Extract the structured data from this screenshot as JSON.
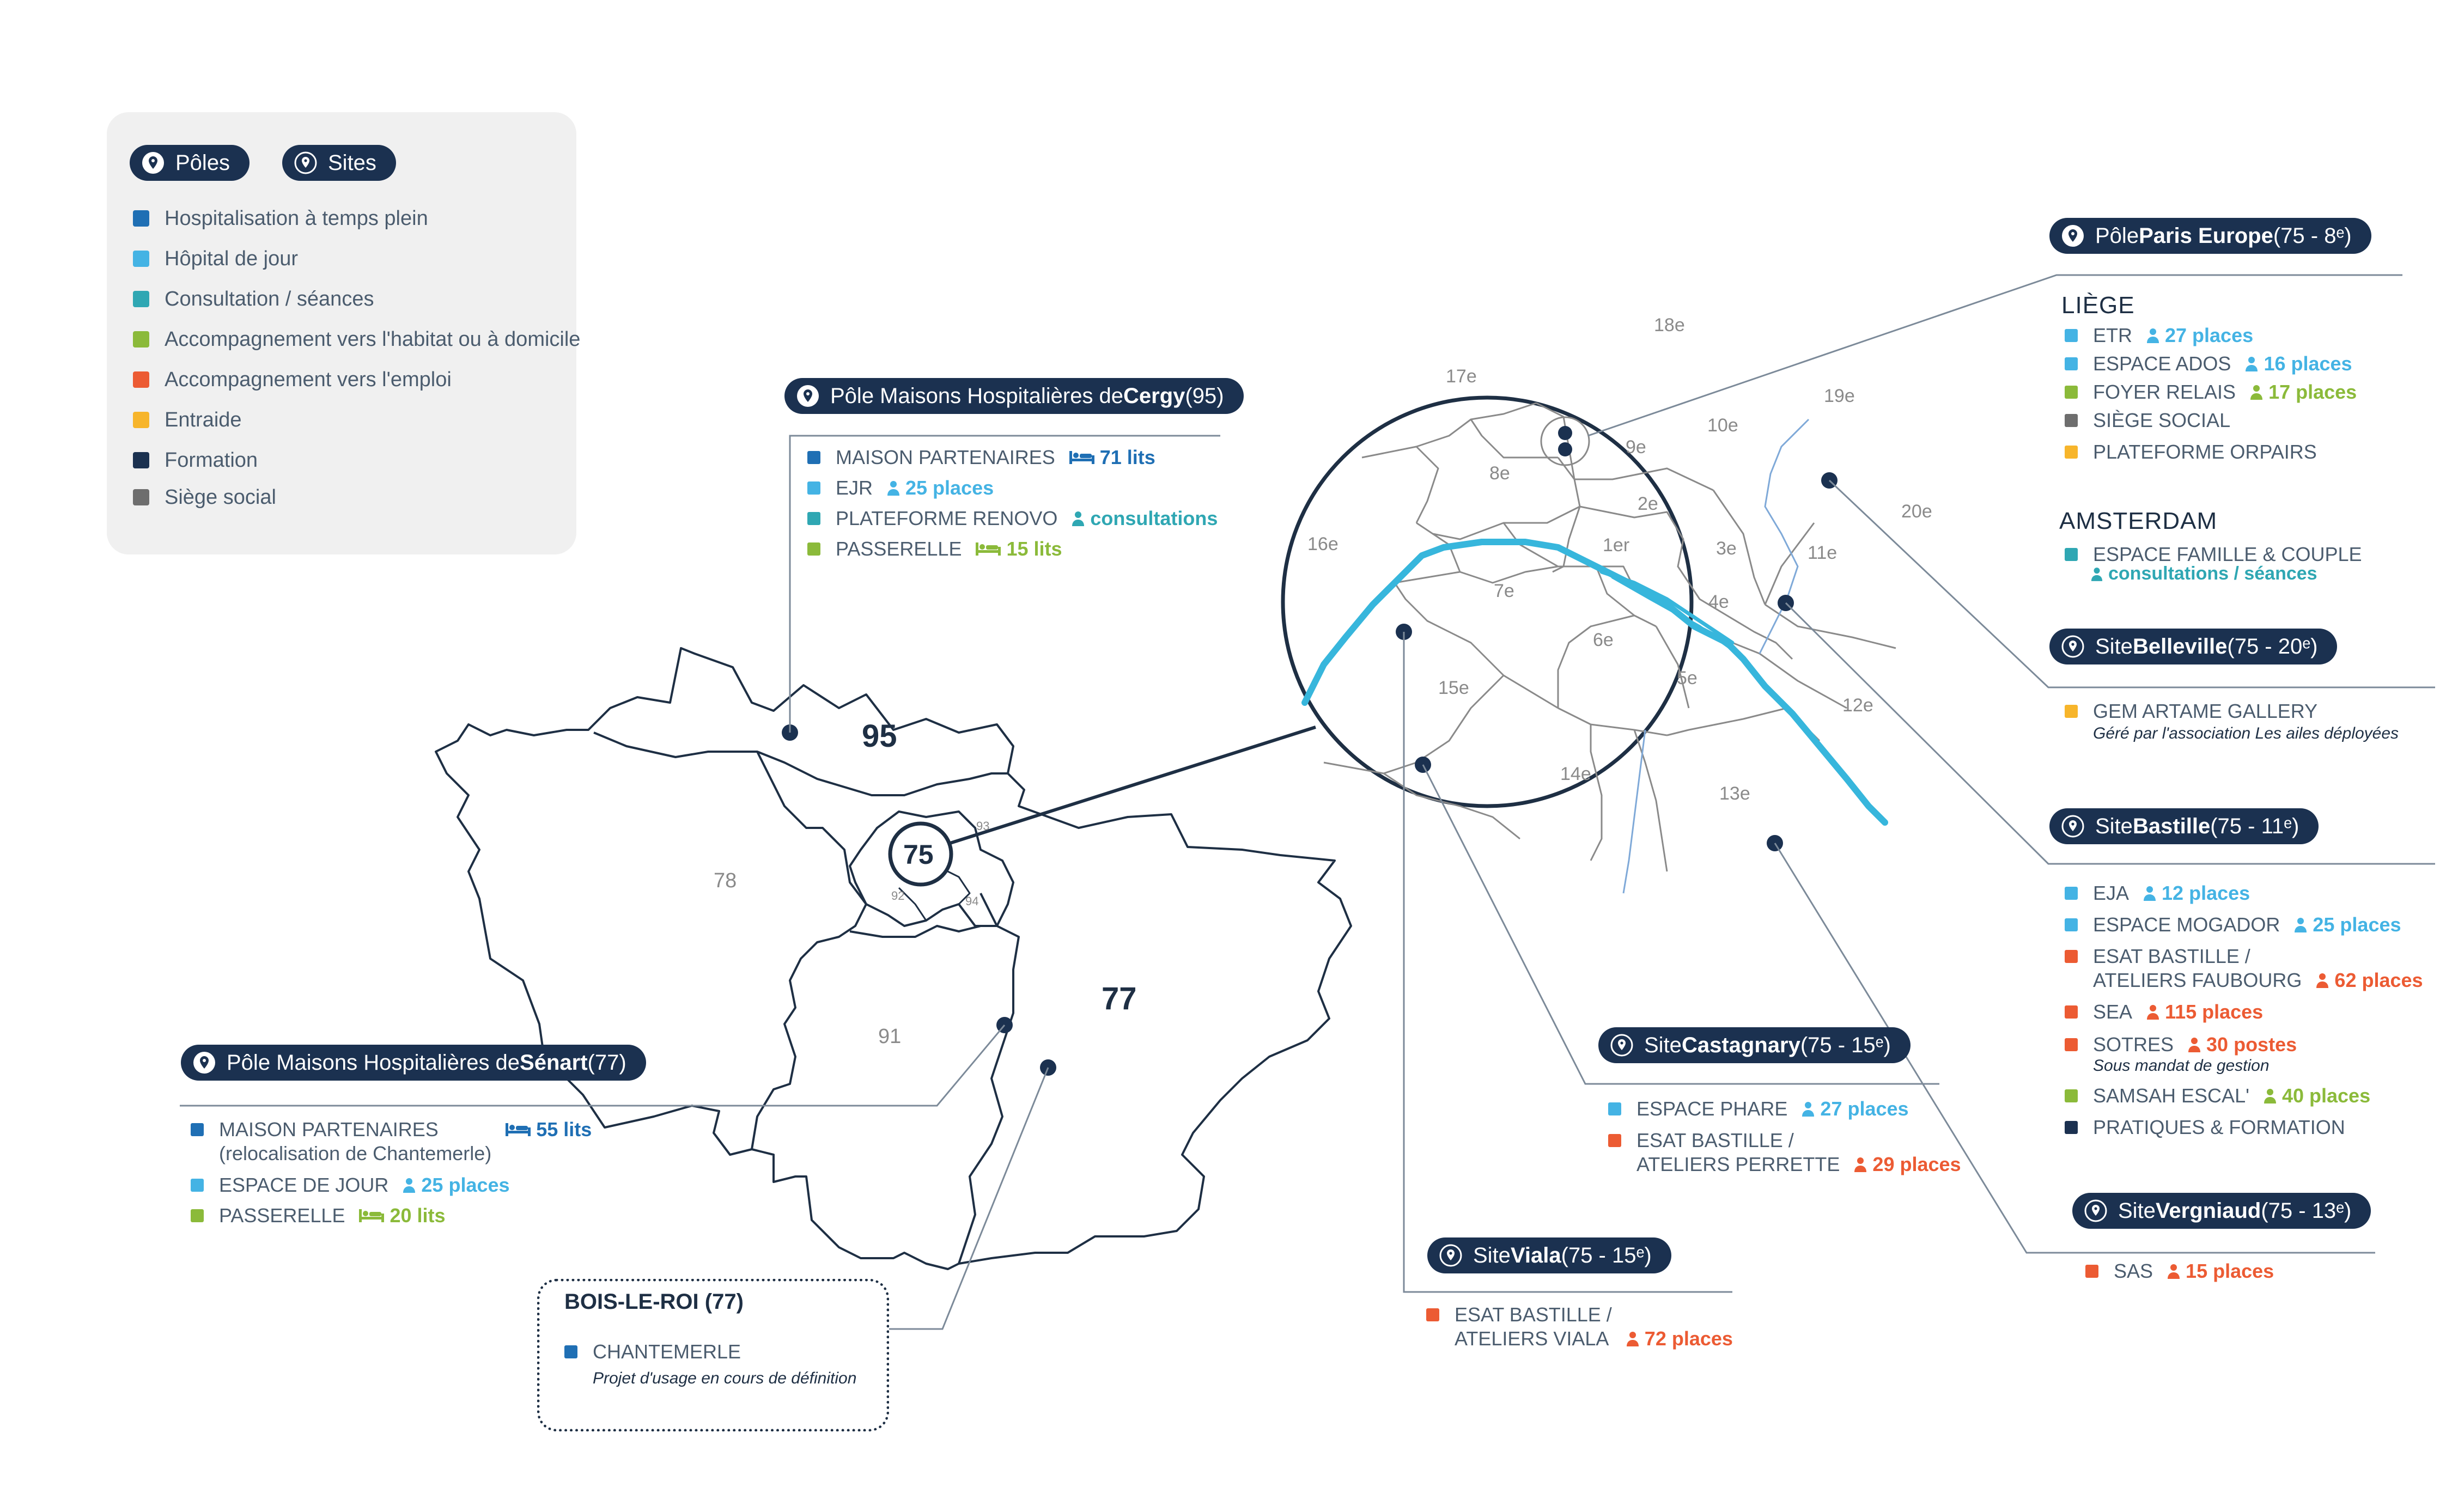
{
  "colors": {
    "navy": "#1b3150",
    "hospitalisation": "#1f6fb4",
    "hopital_jour": "#44b3e4",
    "consultation": "#2fa7b3",
    "habitat": "#8bba3a",
    "emploi": "#ec5b33",
    "entraide": "#f7b52b",
    "formation": "#1b3150",
    "siege": "#6e6e6e",
    "seine": "#37b6dc"
  },
  "legend": {
    "poles_pill": "Pôles",
    "sites_pill": "Sites",
    "items": [
      {
        "label": "Hospitalisation à temps plein",
        "color": "#1f6fb4"
      },
      {
        "label": "Hôpital de jour",
        "color": "#44b3e4"
      },
      {
        "label": "Consultation / séances",
        "color": "#2fa7b3"
      },
      {
        "label": "Accompagnement vers l'habitat ou à domicile",
        "color": "#8bba3a"
      },
      {
        "label": "Accompagnement vers l'emploi",
        "color": "#ec5b33"
      },
      {
        "label": "Entraide",
        "color": "#f7b52b"
      },
      {
        "label": "Formation",
        "color": "#1b3150"
      },
      {
        "label": "Siège social",
        "color": "#6e6e6e"
      }
    ]
  },
  "departments": {
    "d95": "95",
    "d78": "78",
    "d75": "75",
    "d93": "93",
    "d92": "92",
    "d94": "94",
    "d91": "91",
    "d77": "77"
  },
  "arrondissements": [
    "18e",
    "17e",
    "19e",
    "9e",
    "10e",
    "8e",
    "2e",
    "16e",
    "1er",
    "3e",
    "11e",
    "20e",
    "7e",
    "4e",
    "6e",
    "15e",
    "5e",
    "12e",
    "14e",
    "13e"
  ],
  "cergy": {
    "pill_prefix": "Pôle Maisons Hospitalières de ",
    "pill_bold": "Cergy",
    "pill_suffix": " (95)",
    "items": [
      {
        "label": "MAISON PARTENAIRES",
        "value": "71 lits",
        "color": "#1f6fb4",
        "icon": "bed-icon"
      },
      {
        "label": "EJR",
        "value": "25 places",
        "color": "#44b3e4",
        "icon": "person-icon"
      },
      {
        "label": "PLATEFORME RENOVO",
        "value": "consultations",
        "color": "#2fa7b3",
        "icon": "person-icon"
      },
      {
        "label": "PASSERELLE",
        "value": "15 lits",
        "color": "#8bba3a",
        "icon": "bed-icon"
      }
    ]
  },
  "senart": {
    "pill_prefix": "Pôle Maisons Hospitalières de ",
    "pill_bold": "Sénart",
    "pill_suffix": " (77)",
    "items": [
      {
        "label": "MAISON PARTENAIRES",
        "value": "55 lits",
        "sub": "(relocalisation de Chantemerle)",
        "color": "#1f6fb4",
        "icon": "bed-icon"
      },
      {
        "label": "ESPACE DE JOUR",
        "value": "25 places",
        "color": "#44b3e4",
        "icon": "person-icon"
      },
      {
        "label": "PASSERELLE",
        "value": "20 lits",
        "color": "#8bba3a",
        "icon": "bed-icon"
      }
    ]
  },
  "bois": {
    "title": "BOIS-LE-ROI (77)",
    "item": "CHANTEMERLE",
    "note": "Projet d'usage en cours de définition"
  },
  "paris_europe": {
    "pill_prefix": "Pôle ",
    "pill_bold": "Paris Europe",
    "pill_suffix": " (75 - 8ᵉ)",
    "liege": "LIÈGE",
    "liege_items": [
      {
        "label": "ETR",
        "value": "27 places",
        "color": "#44b3e4"
      },
      {
        "label": "ESPACE ADOS",
        "value": "16 places",
        "color": "#44b3e4"
      },
      {
        "label": "FOYER RELAIS",
        "value": "17 places",
        "color": "#8bba3a"
      },
      {
        "label": "SIÈGE SOCIAL",
        "color": "#6e6e6e"
      },
      {
        "label": "PLATEFORME ORPAIRS",
        "color": "#f7b52b"
      }
    ],
    "amsterdam": "AMSTERDAM",
    "amsterdam_item": "ESPACE FAMILLE & COUPLE",
    "amsterdam_value": "consultations / séances"
  },
  "belleville": {
    "pill_prefix": "Site ",
    "pill_bold": "Belleville",
    "pill_suffix": " (75 - 20ᵉ)",
    "item": "GEM ARTAME GALLERY",
    "note": "Géré par l'association Les ailes déployées"
  },
  "bastille": {
    "pill_prefix": "Site ",
    "pill_bold": "Bastille",
    "pill_suffix": " (75 - 11ᵉ)",
    "items": [
      {
        "label": "EJA",
        "value": "12 places",
        "color": "#44b3e4"
      },
      {
        "label": "ESPACE MOGADOR",
        "value": "25 places",
        "color": "#44b3e4"
      },
      {
        "label": "ESAT BASTILLE /",
        "label2": "ATELIERS FAUBOURG",
        "value": "62 places",
        "color": "#ec5b33"
      },
      {
        "label": "SEA",
        "value": "115 places",
        "color": "#ec5b33"
      },
      {
        "label": "SOTRES",
        "value": "30 postes",
        "note": "Sous mandat de gestion",
        "color": "#ec5b33"
      },
      {
        "label": "SAMSAH ESCAL'",
        "value": "40 places",
        "color": "#8bba3a"
      },
      {
        "label": "PRATIQUES & FORMATION",
        "color": "#1b3150"
      }
    ]
  },
  "castagnary": {
    "pill_prefix": "Site ",
    "pill_bold": "Castagnary",
    "pill_suffix": " (75 - 15ᵉ)",
    "items": [
      {
        "label": "ESPACE PHARE",
        "value": "27 places",
        "color": "#44b3e4"
      },
      {
        "label": "ESAT BASTILLE /",
        "label2": "ATELIERS PERRETTE",
        "value": "29 places",
        "color": "#ec5b33"
      }
    ]
  },
  "viala": {
    "pill_prefix": "Site ",
    "pill_bold": "Viala",
    "pill_suffix": " (75 - 15ᵉ)",
    "item": "ESAT BASTILLE /",
    "item2": "ATELIERS VIALA",
    "value": "72 places"
  },
  "vergniaud": {
    "pill_prefix": "Site ",
    "pill_bold": "Vergniaud",
    "pill_suffix": " (75 - 13ᵉ)",
    "item": "SAS",
    "value": "15 places"
  }
}
